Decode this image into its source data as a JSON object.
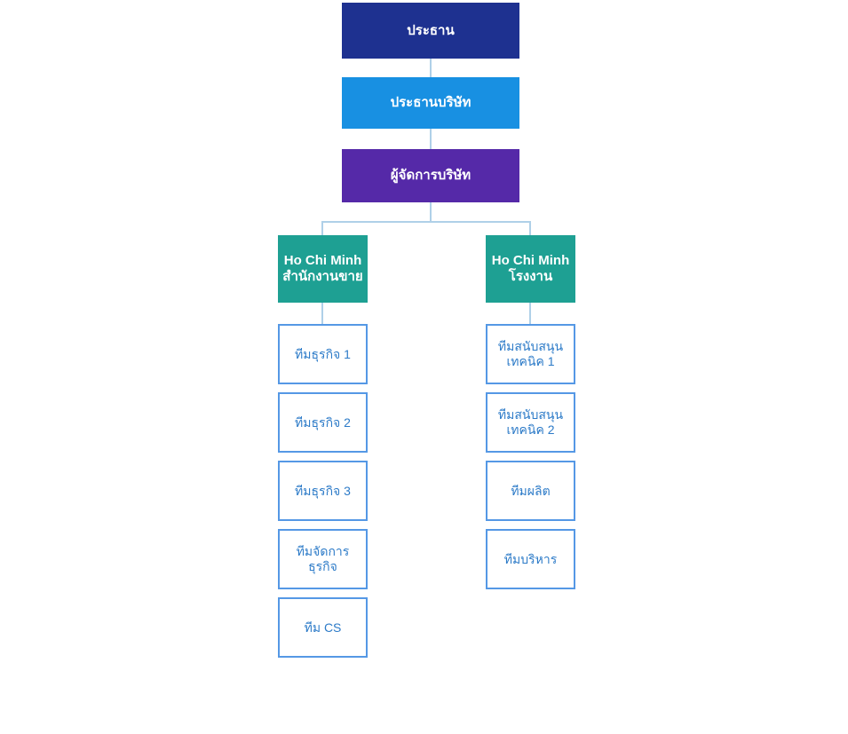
{
  "org_chart": {
    "type": "org-hierarchy",
    "levels": [
      {
        "id": "chairman",
        "label": "ประธาน",
        "bg": "#1E3190"
      },
      {
        "id": "company-president",
        "label": "ประธานบริษัท",
        "bg": "#1890E2"
      },
      {
        "id": "company-manager",
        "label": "ผู้จัดการบริษัท",
        "bg": "#5529A8"
      }
    ],
    "branches": [
      {
        "id": "hcm-sales-office",
        "label": "Ho Chi Minh\nสำนักงานขาย",
        "bg": "#1EA093",
        "teams": [
          "ทีมธุรกิจ 1",
          "ทีมธุรกิจ 2",
          "ทีมธุรกิจ 3",
          "ทีมจัดการ\nธุรกิจ",
          "ทีม CS"
        ]
      },
      {
        "id": "hcm-factory",
        "label": "Ho Chi Minh\nโรงงาน",
        "bg": "#1EA093",
        "teams": [
          "ทีมสนับสนุน\nเทคนิค 1",
          "ทีมสนับสนุน\nเทคนิค 2",
          "ทีมผลิต",
          "ทีมบริหาร"
        ]
      }
    ],
    "colors": {
      "level1_bg": "#1E3190",
      "level2_bg": "#1890E2",
      "level3_bg": "#5529A8",
      "branch_bg": "#1EA093",
      "leaf_border": "#5598E5",
      "leaf_text": "#2D7BC8",
      "node_text": "#FFFFFF",
      "connector": "#AFD0E8",
      "background": "#FFFFFF"
    }
  }
}
